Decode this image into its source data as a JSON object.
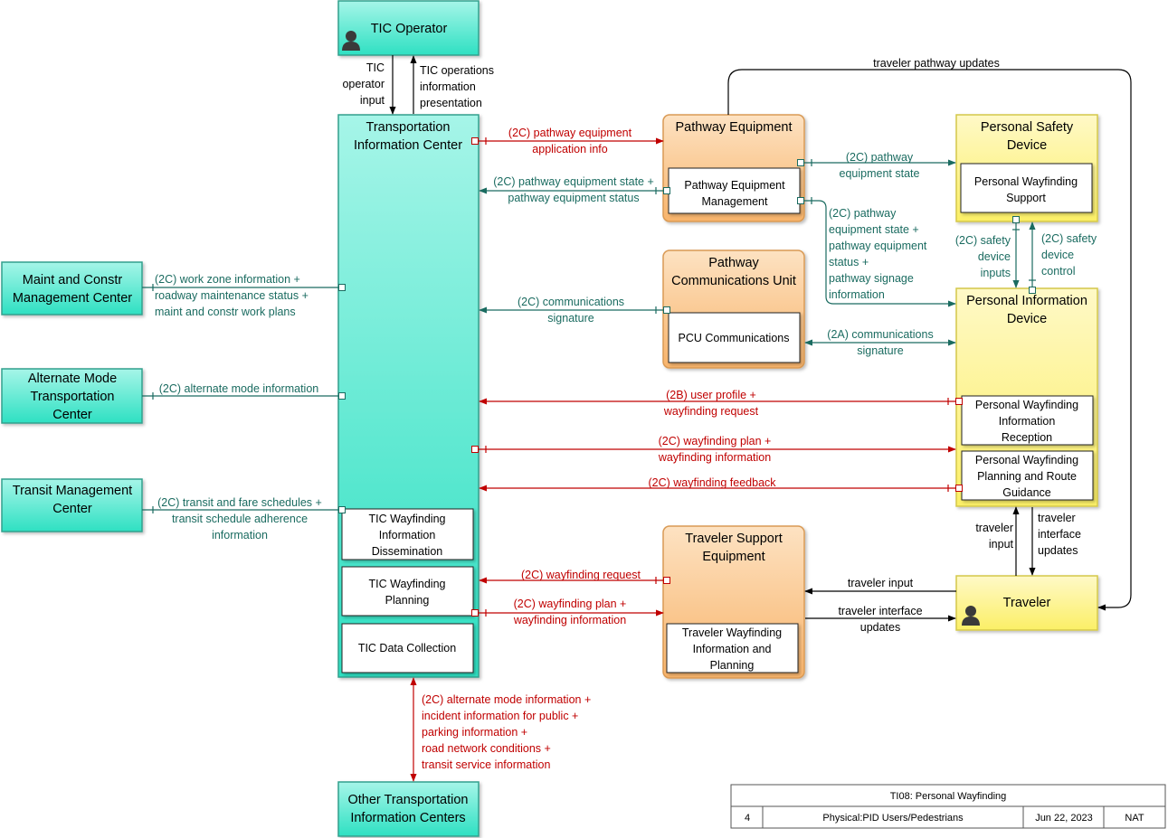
{
  "colors": {
    "center_fill_top": "#a6f5e8",
    "center_fill_bottom": "#2ee0c2",
    "center_stroke": "#33a08d",
    "field_fill_top": "#fff9c7",
    "field_fill_bottom": "#fbef66",
    "field_stroke": "#d4c84a",
    "equip_fill_top": "#fde2c2",
    "equip_fill_bottom": "#f8b46b",
    "equip_stroke": "#d99a55",
    "flow_black": "#000000",
    "flow_red": "#c00000",
    "flow_green": "#1a6b60"
  },
  "elements": {
    "tic_operator": {
      "lines": [
        "TIC Operator"
      ],
      "icon": "person-icon"
    },
    "tic": {
      "lines": [
        "Transportation",
        "Information Center"
      ]
    },
    "maint": {
      "lines": [
        "Maint and Constr",
        "Management Center"
      ]
    },
    "alt_mode": {
      "lines": [
        "Alternate Mode",
        "Transportation",
        "Center"
      ]
    },
    "transit": {
      "lines": [
        "Transit Management",
        "Center"
      ]
    },
    "other_tic": {
      "lines": [
        "Other Transportation",
        "Information Centers"
      ]
    },
    "pathway_equipment": {
      "lines": [
        "Pathway Equipment"
      ]
    },
    "pcu": {
      "lines": [
        "Pathway",
        "Communications Unit"
      ]
    },
    "traveler_support": {
      "lines": [
        "Traveler Support",
        "Equipment"
      ]
    },
    "personal_safety": {
      "lines": [
        "Personal Safety",
        "Device"
      ]
    },
    "pid": {
      "lines": [
        "Personal Information",
        "Device"
      ]
    },
    "traveler": {
      "lines": [
        "Traveler"
      ],
      "icon": "person-icon"
    }
  },
  "functional_objects": {
    "tic_wf_dissemination": [
      "TIC Wayfinding",
      "Information",
      "Dissemination"
    ],
    "tic_wf_planning": [
      "TIC Wayfinding",
      "Planning"
    ],
    "tic_data_collection": [
      "TIC Data Collection"
    ],
    "pathway_eq_mgmt": [
      "Pathway Equipment",
      "Management"
    ],
    "pcu_comms": [
      "PCU Communications"
    ],
    "traveler_wf_info": [
      "Traveler Wayfinding",
      "Information and",
      "Planning"
    ],
    "personal_wf_support": [
      "Personal Wayfinding",
      "Support"
    ],
    "personal_wf_reception": [
      "Personal Wayfinding",
      "Information",
      "Reception"
    ],
    "personal_wf_guidance": [
      "Personal Wayfinding",
      "Planning and Route",
      "Guidance"
    ]
  },
  "flows": {
    "operator_input": [
      "TIC",
      "operator",
      "input"
    ],
    "operations_presentation": [
      "TIC operations",
      "information",
      "presentation"
    ],
    "pathway_updates": [
      "traveler pathway updates"
    ],
    "pe_app_info": [
      "(2C) pathway equipment",
      "application info"
    ],
    "pe_state_status": [
      "(2C) pathway equipment state +",
      "pathway equipment status"
    ],
    "pe_state_psd": [
      "(2C) pathway",
      "equipment state"
    ],
    "pe_state_pid": [
      "(2C) pathway",
      "equipment state +",
      "pathway equipment",
      "status +",
      "pathway signage",
      "information"
    ],
    "work_zone": [
      "(2C) work zone information +",
      "roadway maintenance status +",
      "maint and constr work plans"
    ],
    "comms_sig_tic": [
      "(2C) communications",
      "signature"
    ],
    "comms_sig_pid": [
      "(2A) communications",
      "signature"
    ],
    "safety_inputs": [
      "(2C) safety",
      "device",
      "inputs"
    ],
    "safety_control": [
      "(2C) safety",
      "device",
      "control"
    ],
    "alt_mode_info": [
      "(2C) alternate mode information"
    ],
    "user_profile": [
      "(2B) user profile +",
      "wayfinding request"
    ],
    "wf_plan_pid": [
      "(2C) wayfinding plan +",
      "wayfinding information"
    ],
    "wf_feedback": [
      "(2C) wayfinding feedback"
    ],
    "transit_schedules": [
      "(2C) transit and fare schedules +",
      "transit schedule adherence",
      "information"
    ],
    "traveler_input_pid": [
      "traveler",
      "input"
    ],
    "traveler_if_updates_pid": [
      "traveler",
      "interface",
      "updates"
    ],
    "wf_request": [
      "(2C) wayfinding request"
    ],
    "traveler_input_tse": [
      "traveler input"
    ],
    "wf_plan_tse": [
      "(2C) wayfinding plan +",
      "wayfinding information"
    ],
    "traveler_if_updates_tse": [
      "traveler interface",
      "updates"
    ],
    "other_tic_flows": [
      "(2C) alternate mode information +",
      "incident information for public +",
      "parking information +",
      "road network conditions +",
      "transit service information"
    ]
  },
  "title_block": {
    "title": "TI08: Personal Wayfinding",
    "page": "4",
    "view": "Physical:PID Users/Pedestrians",
    "date": "Jun 22, 2023",
    "org": "NAT"
  }
}
